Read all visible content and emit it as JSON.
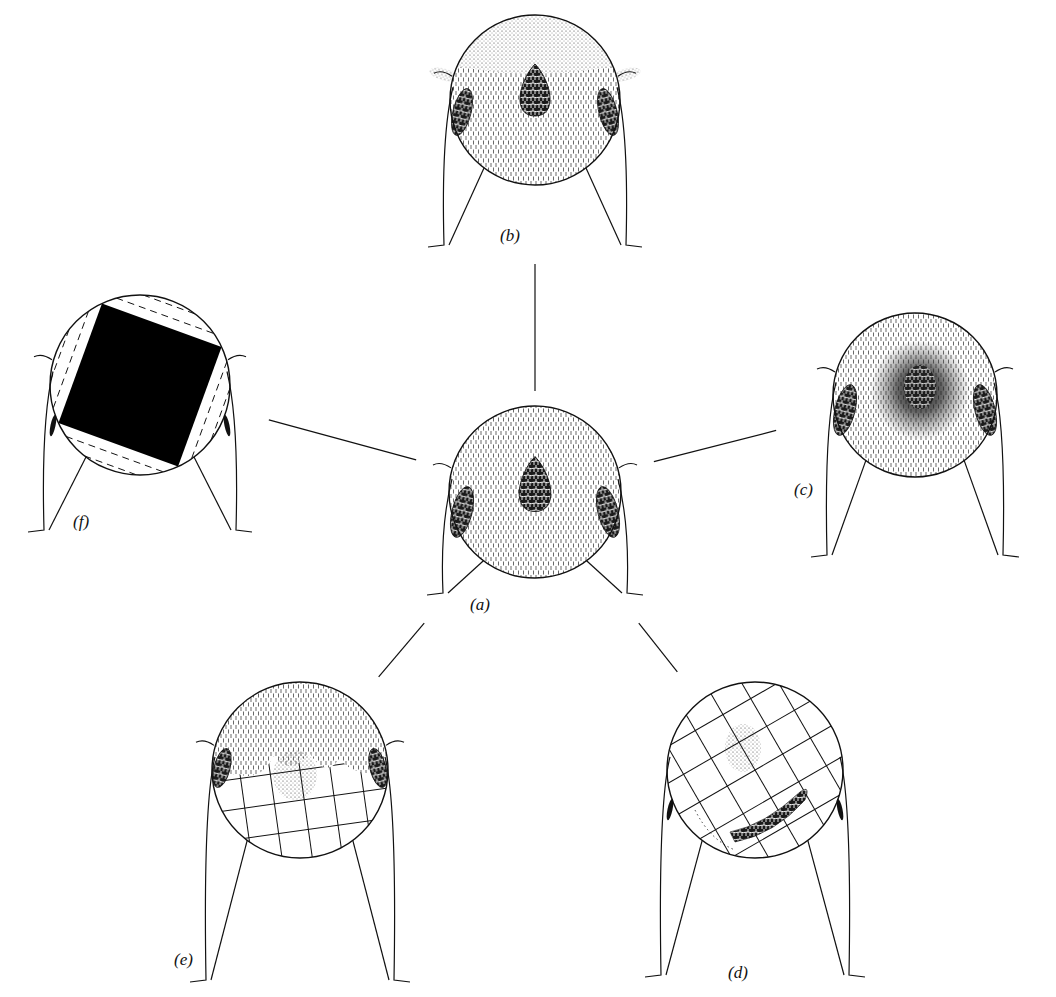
{
  "diagram": {
    "nodes": [
      {
        "text": [
          "(b)"
        ]
      },
      {
        "text": [
          "(f)"
        ]
      },
      {
        "text": [
          "(a)"
        ]
      },
      {
        "text": [
          "(c)"
        ]
      },
      {
        "text": [
          "(e)"
        ]
      },
      {
        "text": [
          "(d)"
        ]
      }
    ],
    "edges": [
      {
        "from": 2,
        "to": 0,
        "arrow": "none"
      },
      {
        "from": 2,
        "to": 1,
        "arrow": "none"
      },
      {
        "from": 2,
        "to": 3,
        "arrow": "none"
      },
      {
        "from": 2,
        "to": 4,
        "arrow": "none"
      },
      {
        "from": 2,
        "to": 5,
        "arrow": "none"
      }
    ]
  }
}
